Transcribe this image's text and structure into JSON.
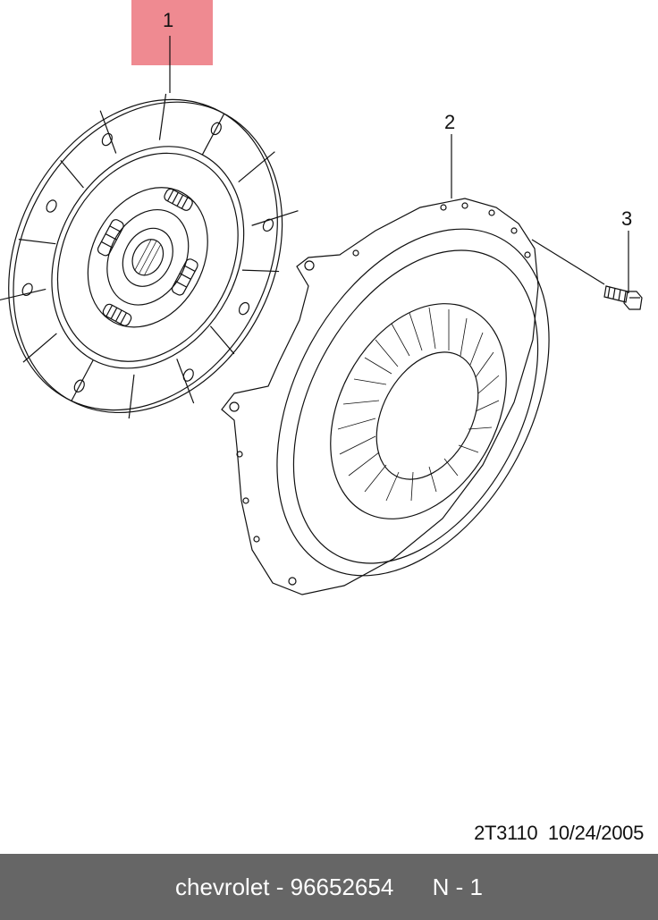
{
  "callouts": [
    {
      "label": "1"
    },
    {
      "label": "2"
    },
    {
      "label": "3"
    }
  ],
  "highlight_color": "#ef8a91",
  "document_code": "2T3110",
  "document_date": "10/24/2005",
  "footer": {
    "brand": "chevrolet",
    "separator": " - ",
    "part_number": "96652654",
    "position_label": "N - 1",
    "background_color": "#666666"
  }
}
